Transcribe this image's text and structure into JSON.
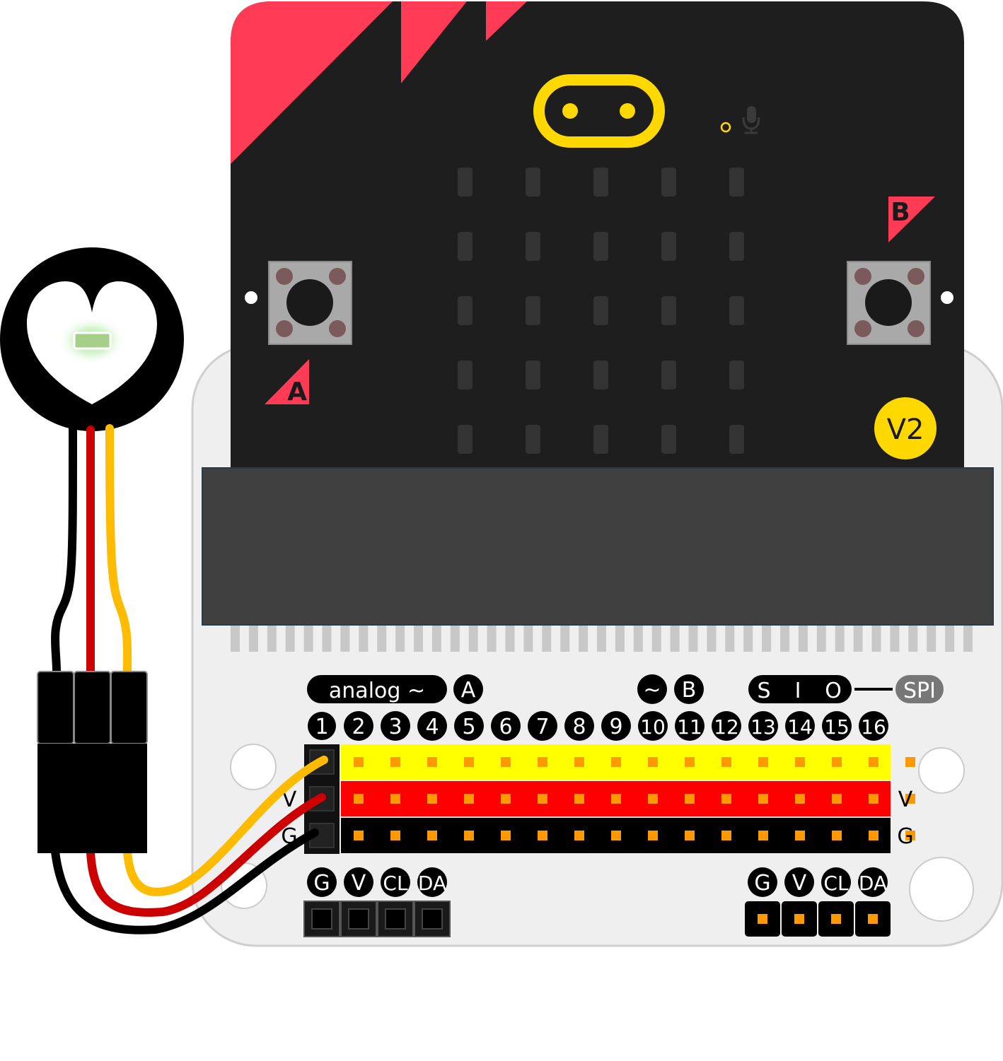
{
  "microbit": {
    "button_a_label": "A",
    "button_b_label": "B",
    "version_badge": "V2",
    "led_rows": 5,
    "led_cols": 5
  },
  "breakout": {
    "group_labels": {
      "analog": "analog ~",
      "a": "A",
      "pwm": "~",
      "b": "B",
      "s": "S",
      "i": "I",
      "o": "O",
      "spi": "SPI"
    },
    "pin_numbers": [
      "1",
      "2",
      "3",
      "4",
      "5",
      "6",
      "7",
      "8",
      "9",
      "10",
      "11",
      "12",
      "13",
      "14",
      "15",
      "16"
    ],
    "rail_labels": {
      "v": "V",
      "g": "G"
    },
    "i2c_labels": [
      "G",
      "V",
      "CL",
      "DA"
    ]
  },
  "sensor": {
    "icon": "heart-icon",
    "wire_colors": [
      "#000000",
      "#cc0000",
      "#ffbb00"
    ]
  },
  "colors": {
    "microbit_body": "#1e1e1e",
    "accent_red": "#ff3b55",
    "logo_yellow": "#ffd800",
    "signal_row": "#ffff00",
    "power_row": "#ff0000",
    "ground_row": "#000000",
    "pin_dot": "#ff9900",
    "board": "#efefef"
  }
}
